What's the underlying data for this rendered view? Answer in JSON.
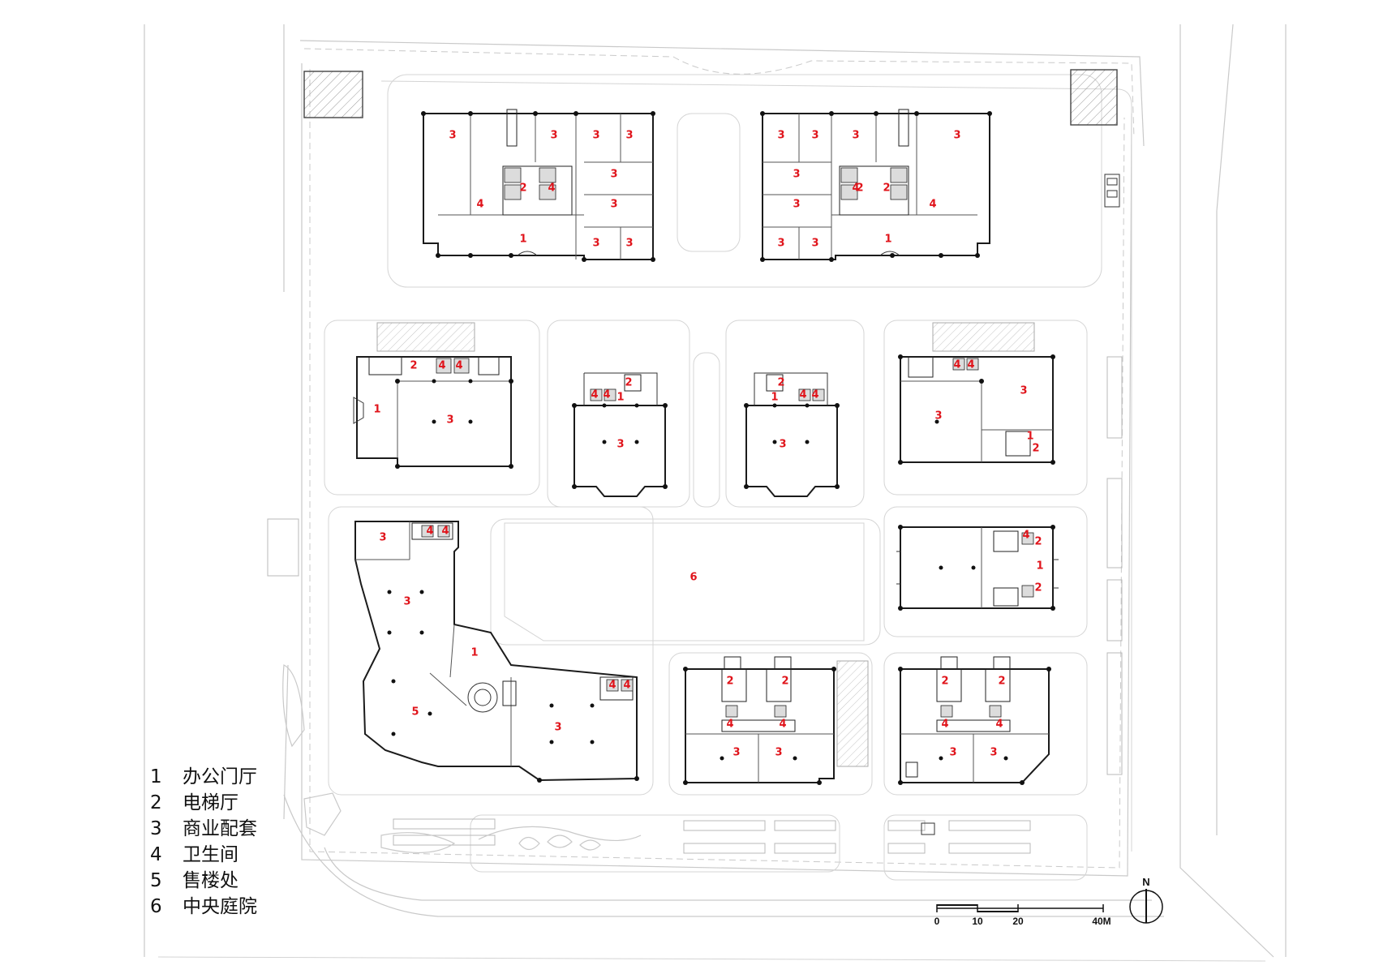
{
  "legend": [
    {
      "num": "1",
      "label": "办公门厅"
    },
    {
      "num": "2",
      "label": "电梯厅"
    },
    {
      "num": "3",
      "label": "商业配套"
    },
    {
      "num": "4",
      "label": "卫生间"
    },
    {
      "num": "5",
      "label": "售楼处"
    },
    {
      "num": "6",
      "label": "中央庭院"
    }
  ],
  "scale_bar": {
    "ticks": [
      "0",
      "10",
      "20",
      "40M"
    ]
  },
  "north_label": "N",
  "room_labels": {
    "a1": "3",
    "a2": "3",
    "a3": "3",
    "a4": "3",
    "a5": "3",
    "a6": "3",
    "a7": "3",
    "a8": "3",
    "a9": "2",
    "a10": "4",
    "a11": "4",
    "a12": "1",
    "b1": "3",
    "b2": "3",
    "b3": "3",
    "b4": "3",
    "b5": "3",
    "b6": "3",
    "b7": "3",
    "b8": "3",
    "b9": "2",
    "b10": "2",
    "b11": "4",
    "b12": "4",
    "b13": "1",
    "c1": "2",
    "c2": "4",
    "c3": "4",
    "c4": "1",
    "c5": "3",
    "d1": "2",
    "d2": "4",
    "d3": "4",
    "d4": "1",
    "d5": "3",
    "e1": "2",
    "e2": "4",
    "e3": "4",
    "e4": "1",
    "e5": "3",
    "f1": "4",
    "f2": "4",
    "f3": "3",
    "f4": "3",
    "f5": "1",
    "f6": "2",
    "g1": "3",
    "g2": "4",
    "g3": "4",
    "g4": "3",
    "g5": "1",
    "g6": "5",
    "g7": "3",
    "g8": "4",
    "g9": "4",
    "h1": "6",
    "i1": "4",
    "i2": "2",
    "i3": "1",
    "i4": "2",
    "j1": "2",
    "j2": "2",
    "j3": "4",
    "j4": "4",
    "j5": "3",
    "j6": "3",
    "k1": "2",
    "k2": "2",
    "k3": "4",
    "k4": "4",
    "k5": "3",
    "k6": "3"
  }
}
